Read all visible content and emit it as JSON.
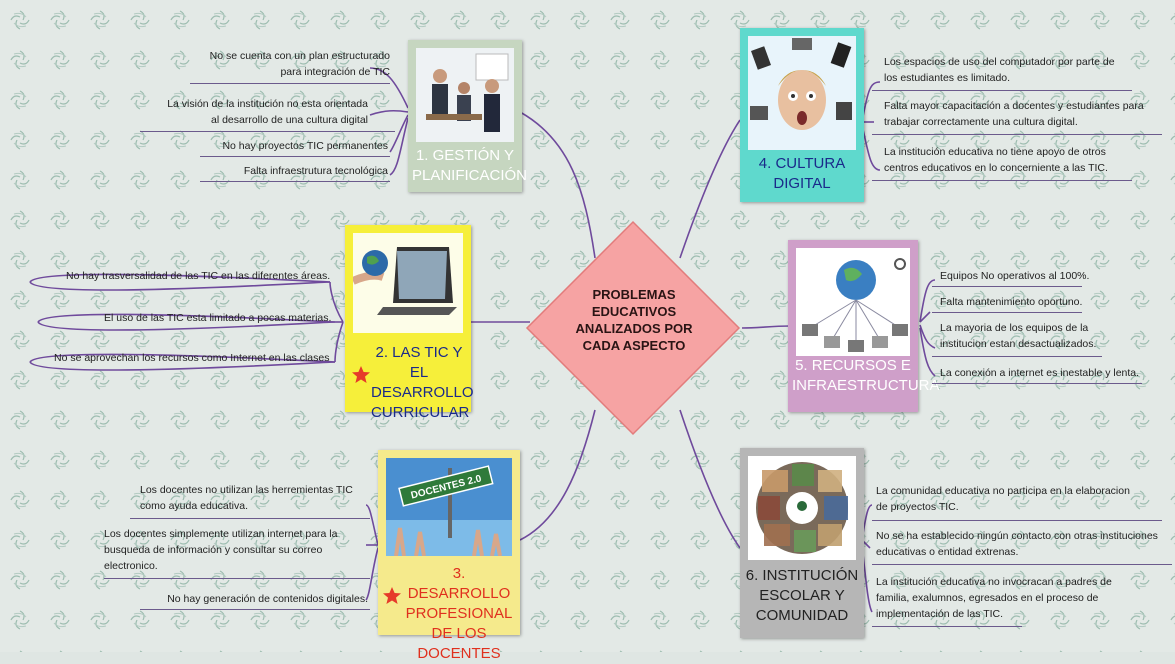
{
  "center": {
    "label": "PROBLEMAS EDUCATIVOS ANALIZADOS POR CADA ASPECTO",
    "color": "#f6a3a3"
  },
  "colors": {
    "branch": "#6f4a9c",
    "pattern": "#8fb3a3"
  },
  "topics": {
    "t1": {
      "title": "1. GESTIÓN Y PLANIFICACIÓN",
      "color": "#c6d6c0",
      "title_color": "#ffffff",
      "icon": "business-meeting-photo"
    },
    "t2": {
      "title": "2. LAS TIC Y EL DESARROLLO CURRICULAR",
      "color": "#f6ef3a",
      "title_color": "#1a2a8a",
      "icon": "laptop-globe-photo"
    },
    "t3": {
      "title": "3. DESARROLLO PROFESIONAL DE LOS DOCENTES",
      "color": "#f5ea8c",
      "title_color": "#e0301e",
      "icon": "docentes-sign-photo"
    },
    "t4": {
      "title": "4. CULTURA DIGITAL",
      "color": "#5fd9cd",
      "title_color": "#1a2a8a",
      "icon": "surprised-man-gadgets-photo"
    },
    "t5": {
      "title": "5. RECURSOS E INFRAESTRUCTURA",
      "color": "#cf9fc9",
      "title_color": "#ffffff",
      "icon": "globe-network-photo"
    },
    "t6": {
      "title": "6. INSTITUCIÓN ESCOLAR Y COMUNIDAD",
      "color": "#b6b6b6",
      "title_color": "#222222",
      "icon": "community-collage-photo"
    }
  },
  "notes": {
    "n1": [
      "No se cuenta con un plan estructurado",
      "para integración de TIC"
    ],
    "n2": [
      "La visión de la institución  no esta orientada",
      "al desarrollo de una cultura digital"
    ],
    "n3": [
      "No hay proyectos TIC permanentes"
    ],
    "n4": [
      "Falta infraestrutura tecnológica"
    ],
    "n5": [
      "No hay trasversalidad de las TIC en las diferentes áreas."
    ],
    "n6": [
      "El uso de las TIC esta limitado a pocas materias."
    ],
    "n7": [
      "No se aprovechan los recursos como Internet en las clases"
    ],
    "n8": [
      "Los docentes no utilizan las herremientas TIC",
      "como ayuda educativa."
    ],
    "n9": [
      "Los docentes simplemente utilizan internet para la",
      "busqueda de información y consultar su correo",
      "electronico."
    ],
    "n10": [
      "No hay generación de contenidos digitales."
    ],
    "n11": [
      "Los espacios de uso del computador por parte de",
      "los estudiantes  es limitado."
    ],
    "n12": [
      "Falta mayor capacitación a docentes y estudiantes para",
      "trabajar correctamente una cultura digital."
    ],
    "n13": [
      "La institución educativa no tiene apoyo de otros",
      "centros educativos en lo concerniente a las TIC."
    ],
    "n14": [
      "Equipos No operativos al 100%."
    ],
    "n15": [
      "Falta mantenimiento oportuno."
    ],
    "n16": [
      " La mayoria de los equipos de la",
      "institucion estan desactualizados."
    ],
    "n17": [
      "La conexión a internet es inestable y lenta."
    ],
    "n18": [
      "La comunidad educativa no participa en la elaboracion",
      "de proyectos TIC."
    ],
    "n19": [
      "No se ha establecido ningún contacto con otras instituciones",
      "educativas o entidad extrenas."
    ],
    "n20": [
      "La institución educativa no invocracan a padres de",
      "familia, exalumnos, egresados en el proceso de",
      "implementación de las TIC."
    ]
  },
  "sign_text": "DOCENTES 2.0"
}
